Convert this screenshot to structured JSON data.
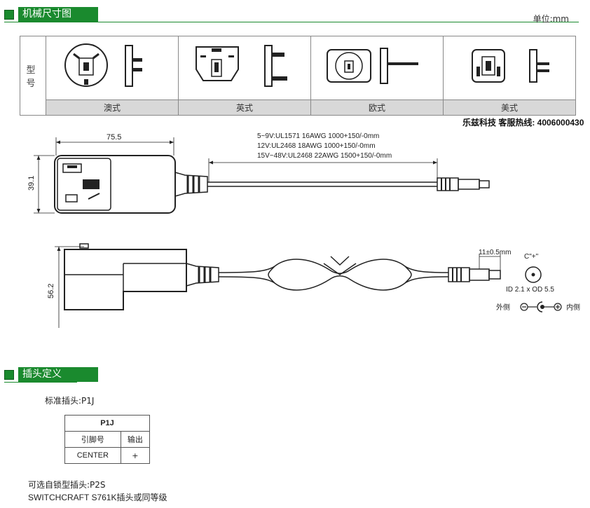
{
  "section1": {
    "title": "机械尺寸图"
  },
  "unit_label": "单位:mm",
  "models": {
    "row_label": "型号",
    "plugs": [
      {
        "name": "澳式"
      },
      {
        "name": "英式"
      },
      {
        "name": "欧式"
      },
      {
        "name": "美式"
      }
    ]
  },
  "hotline": "乐兹科技 客服热线: 4006000430",
  "drawing": {
    "width_dim": "75.5",
    "height_dim": "39.1",
    "depth_dim": "56.2",
    "cable_specs": [
      "5~9V:UL1571 16AWG 1000+150/-0mm",
      "12V:UL2468 18AWG 1000+150/-0mm",
      "15V~48V:UL2468 22AWG 1500+150/-0mm"
    ],
    "plug_length": "11±0.5mm",
    "center_polarity": "C\"+\"",
    "barrel_size": "ID 2.1 x OD 5.5",
    "outer_label": "外侧",
    "inner_label": "内侧"
  },
  "section2": {
    "title": "插头定义"
  },
  "standard_plug": "标准插头:P1J",
  "p1j_table": {
    "title": "P1J",
    "col1": "引脚号",
    "col2": "输出",
    "row_pin": "CENTER",
    "row_out": "+"
  },
  "optional_plug": "可选自锁型插头:P2S",
  "optional_desc": "SWITCHCRAFT S761K插头或同等级"
}
